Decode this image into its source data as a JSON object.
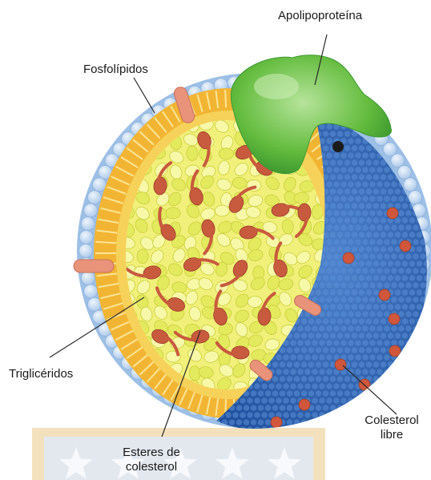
{
  "diagram": {
    "labels": {
      "apolipoproteina": "Apolipoproteína",
      "fosfolipidos": "Fosfolípidos",
      "trigliceridos": "Triglicéridos",
      "esteres_line1": "Esteres de",
      "esteres_line2": "colesterol",
      "colesterol_line1": "Colesterol",
      "colesterol_line2": "libre"
    },
    "colors": {
      "phospholipid_shell": "#9dc0e6",
      "phospholipid_head": "#c6dcf2",
      "tail_layer": "#f2b533",
      "triglyceride_core": "#f1f07a",
      "cholesterol_ester": "#c85a3e",
      "apolipoprotein": "#62bb3c",
      "free_cholesterol_surface": "#2f5fb0",
      "watermark": "#f3e1bd"
    }
  }
}
